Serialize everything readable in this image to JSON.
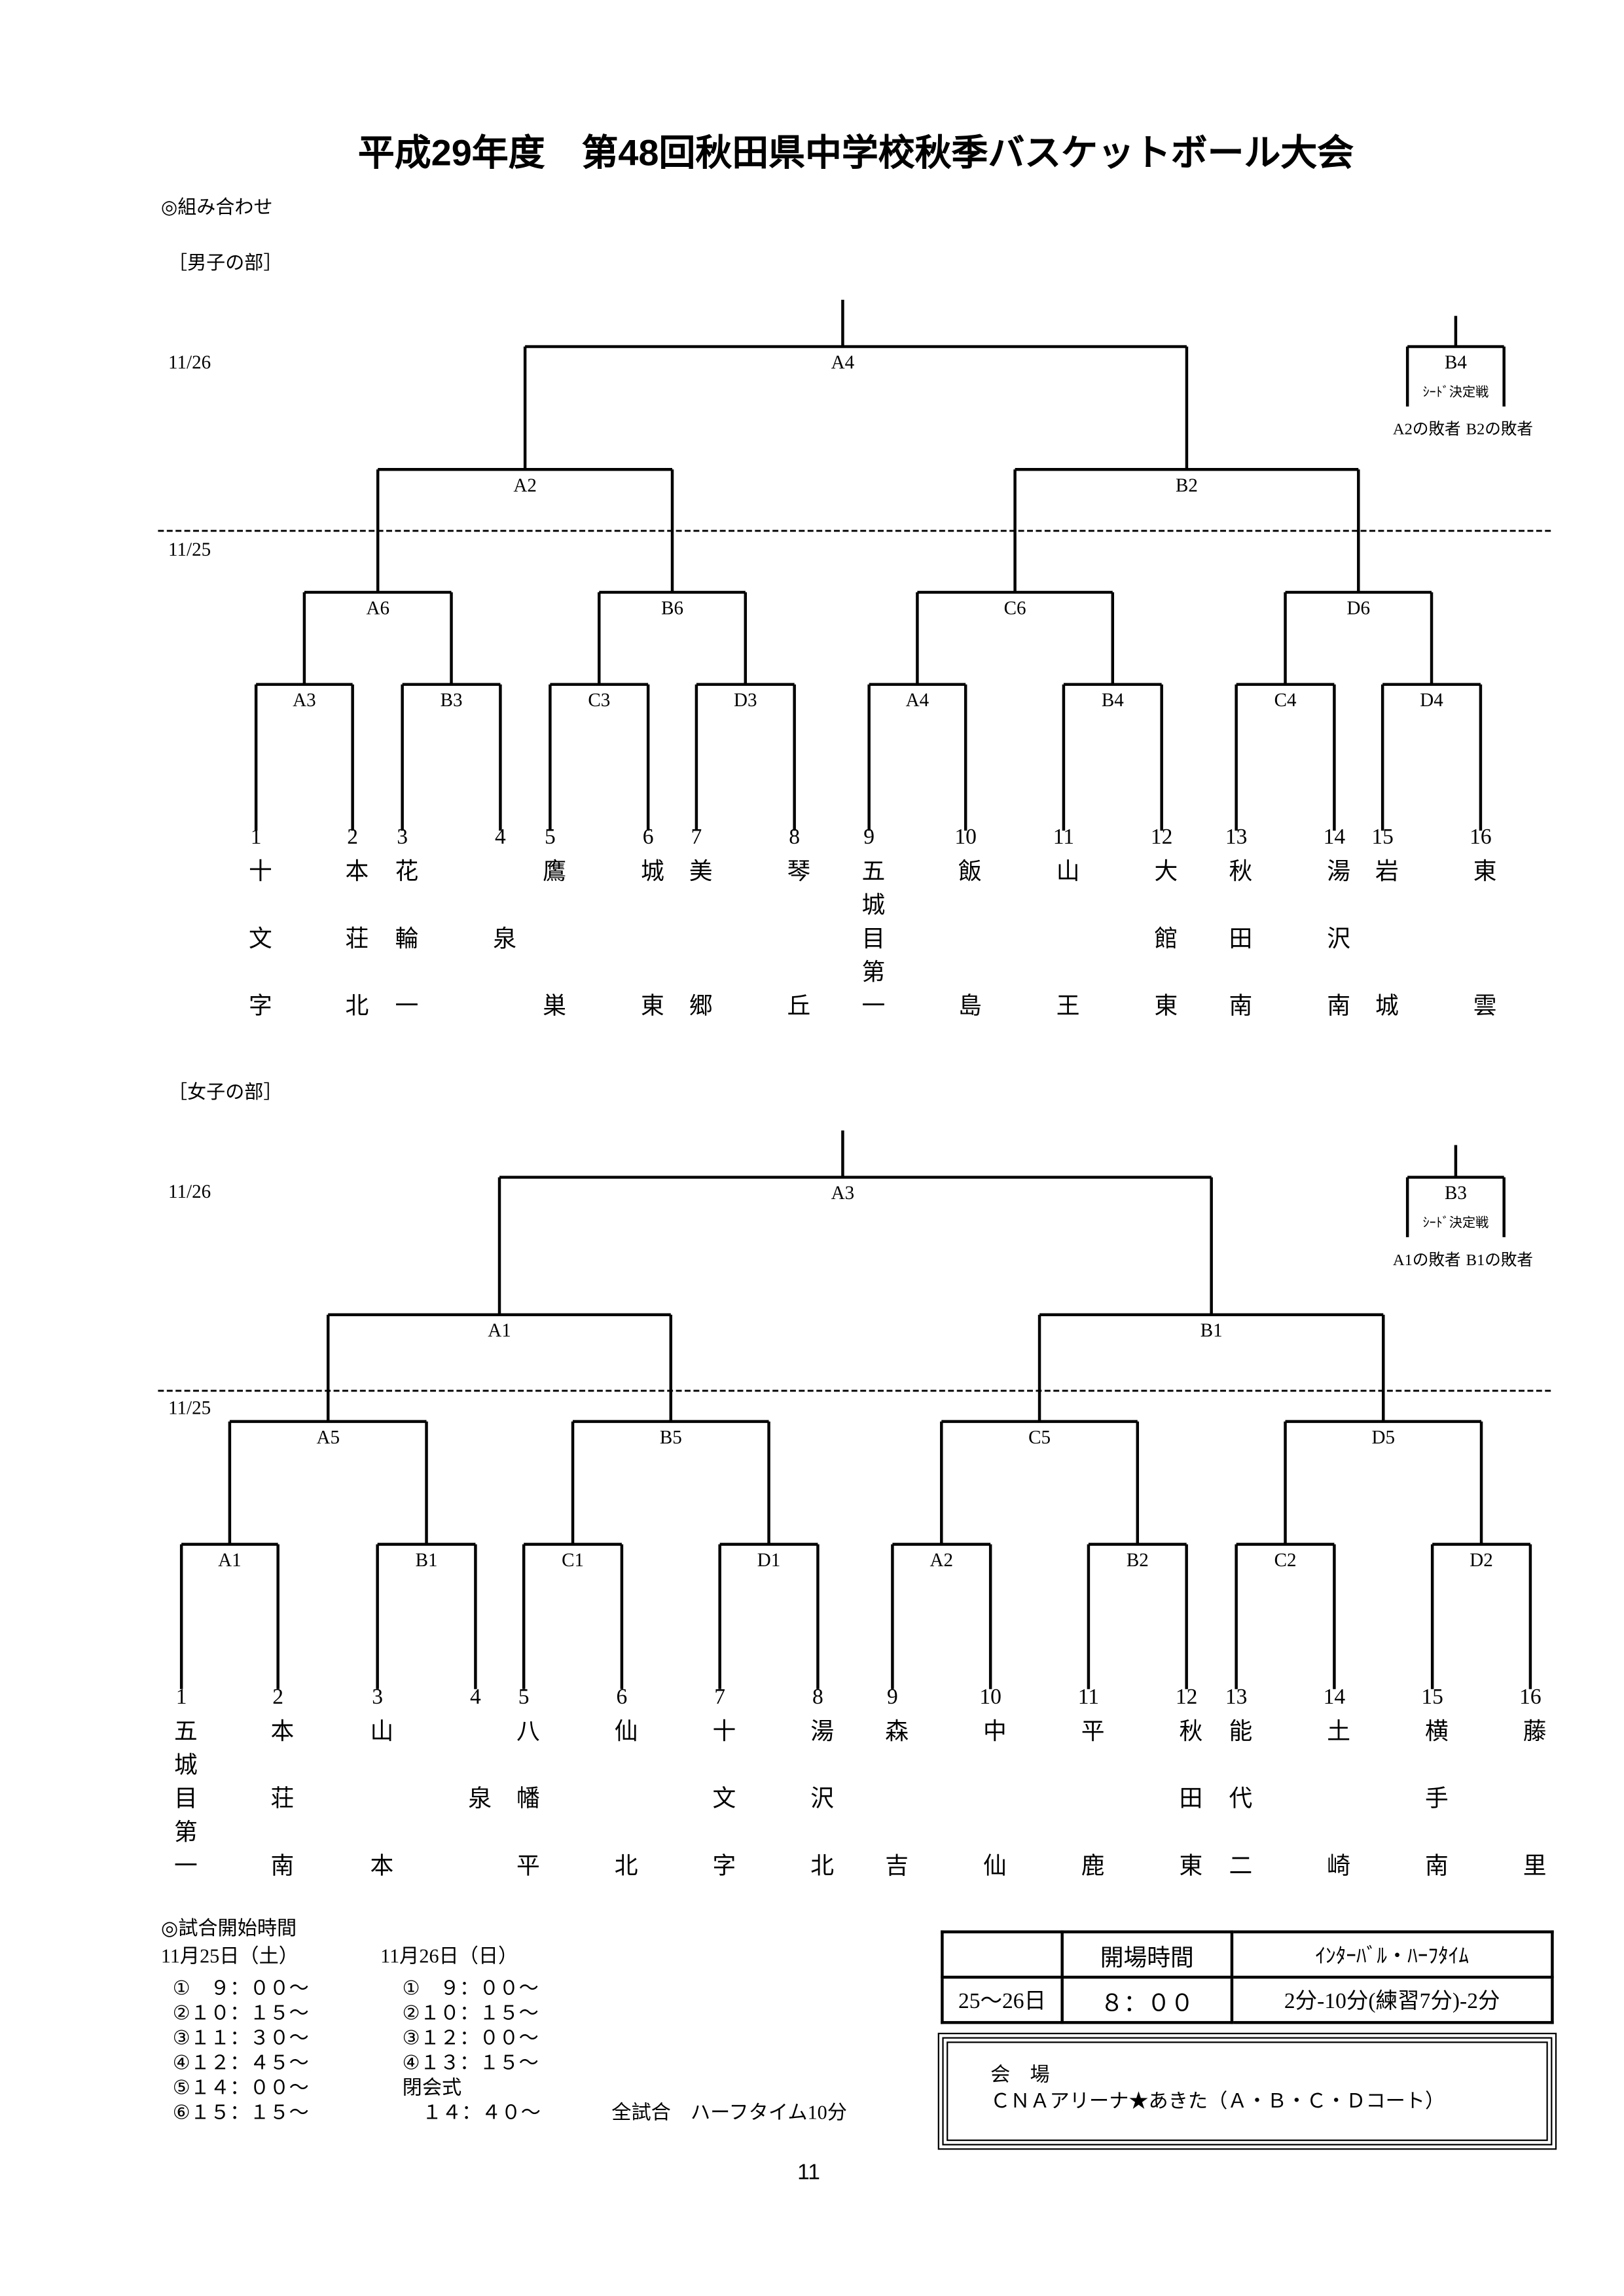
{
  "title": "平成29年度　第48回秋田県中学校秋季バスケットボール大会",
  "section_label": "◎組み合わせ",
  "boys": {
    "heading": "［男子の部］",
    "date_top": "11/26",
    "date_bottom": "11/25",
    "final": "A4",
    "semis": [
      "A2",
      "B2"
    ],
    "quarters": [
      "A6",
      "B6",
      "C6",
      "D6"
    ],
    "first": [
      "A3",
      "B3",
      "C3",
      "D3",
      "A4",
      "B4",
      "C4",
      "D4"
    ],
    "seed": {
      "label": "B4",
      "sub": "ｼｰﾄﾞ決定戦",
      "left": "A2の敗者",
      "right": "B2の敗者"
    },
    "teams": [
      {
        "no": "1",
        "name": "十文字"
      },
      {
        "no": "2",
        "name": "本荘北"
      },
      {
        "no": "3",
        "name": "花輪一"
      },
      {
        "no": "4",
        "name": "泉"
      },
      {
        "no": "5",
        "name": "鷹巣"
      },
      {
        "no": "6",
        "name": "城東"
      },
      {
        "no": "7",
        "name": "美郷"
      },
      {
        "no": "8",
        "name": "琴丘"
      },
      {
        "no": "9",
        "name": "五城目第一"
      },
      {
        "no": "10",
        "name": "飯島"
      },
      {
        "no": "11",
        "name": "山王"
      },
      {
        "no": "12",
        "name": "大館東"
      },
      {
        "no": "13",
        "name": "秋田南"
      },
      {
        "no": "14",
        "name": "湯沢南"
      },
      {
        "no": "15",
        "name": "岩城"
      },
      {
        "no": "16",
        "name": "東雲"
      }
    ]
  },
  "girls": {
    "heading": "［女子の部］",
    "date_top": "11/26",
    "date_bottom": "11/25",
    "final": "A3",
    "semis": [
      "A1",
      "B1"
    ],
    "quarters": [
      "A5",
      "B5",
      "C5",
      "D5"
    ],
    "first": [
      "A1",
      "B1",
      "C1",
      "D1",
      "A2",
      "B2",
      "C2",
      "D2"
    ],
    "seed": {
      "label": "B3",
      "sub": "ｼｰﾄﾞ決定戦",
      "left": "A1の敗者",
      "right": "B1の敗者"
    },
    "teams": [
      {
        "no": "1",
        "name": "五城目第一"
      },
      {
        "no": "2",
        "name": "本荘南"
      },
      {
        "no": "3",
        "name": "山本"
      },
      {
        "no": "4",
        "name": "泉"
      },
      {
        "no": "5",
        "name": "八幡平"
      },
      {
        "no": "6",
        "name": "仙北"
      },
      {
        "no": "7",
        "name": "十文字"
      },
      {
        "no": "8",
        "name": "湯沢北"
      },
      {
        "no": "9",
        "name": "森吉"
      },
      {
        "no": "10",
        "name": "中仙"
      },
      {
        "no": "11",
        "name": "平鹿"
      },
      {
        "no": "12",
        "name": "秋田東"
      },
      {
        "no": "13",
        "name": "能代二"
      },
      {
        "no": "14",
        "name": "土崎"
      },
      {
        "no": "15",
        "name": "横手南"
      },
      {
        "no": "16",
        "name": "藤里"
      }
    ]
  },
  "schedule": {
    "heading": "◎試合開始時間",
    "day1": {
      "label": "11月25日（土）",
      "rows": [
        "①　９：００～",
        "②１０：１５～",
        "③１１：３０～",
        "④１２：４５～",
        "⑤１４：００～",
        "⑥１５：１５～"
      ]
    },
    "day2": {
      "label": "11月26日（日）",
      "rows": [
        "①　９：００～",
        "②１０：１５～",
        "③１２：００～",
        "④１３：１５～",
        "閉会式",
        "　１４：４０～"
      ]
    },
    "note": "全試合　ハーフタイム10分"
  },
  "info_table": {
    "header": [
      "",
      "開場時間",
      "ｲﾝﾀｰﾊﾞﾙ・ﾊｰﾌﾀｲﾑ"
    ],
    "row": [
      "25～26日",
      "８：００",
      "2分-10分(練習7分)-2分"
    ]
  },
  "venue": {
    "label": "会　場",
    "name": "ＣＮＡアリーナ★あきた（Ａ・Ｂ・Ｃ・Ｄコート）"
  },
  "page_number": "11"
}
